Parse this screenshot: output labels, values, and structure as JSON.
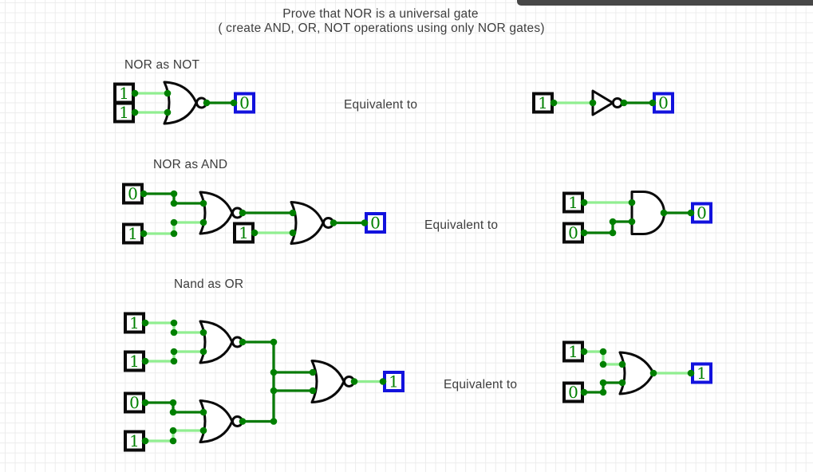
{
  "header": {
    "title_line1": "Prove that NOR is a universal gate",
    "title_line2": "( create AND, OR, NOT operations using only NOR gates)"
  },
  "labels": {
    "s1": "NOR as NOT",
    "s2": "NOR as AND",
    "s3": "Nand as OR",
    "eq1": "Equivalent to",
    "eq2": "Equivalent to",
    "eq3": "Equivalent to"
  },
  "nets": {
    "s1_in_a": "1",
    "s1_in_b": "1",
    "s1_out": "0",
    "s1r_in": "1",
    "s1r_out": "0",
    "s2_a": "0",
    "s2_b": "1",
    "s2_g1out": "0",
    "s2_mid": "1",
    "s2_out": "0",
    "s2r_a": "1",
    "s2r_b": "0",
    "s2r_out": "0",
    "s3_a": "1",
    "s3_b": "1",
    "s3_c": "0",
    "s3_d": "1",
    "s3_g1out": "0",
    "s3_g2out": "0",
    "s3_vert": "0",
    "s3_fin_a": "0",
    "s3_fin_b": "0",
    "s3_out": "1",
    "s3r_a": "1",
    "s3r_b": "0",
    "s3r_out": "1"
  },
  "colors": {
    "wire_high": "#90ee90",
    "wire_low": "#077a07",
    "node": "#008000",
    "digit": "#008000",
    "gate_stroke": "#0a0a0a",
    "input_border": "#0a0a0a",
    "output_border": "#1212dd",
    "label_text": "#3d3d3d",
    "grid_line": "#ececec",
    "topbar": "#474747",
    "canvas_bg": "#ffffff"
  }
}
